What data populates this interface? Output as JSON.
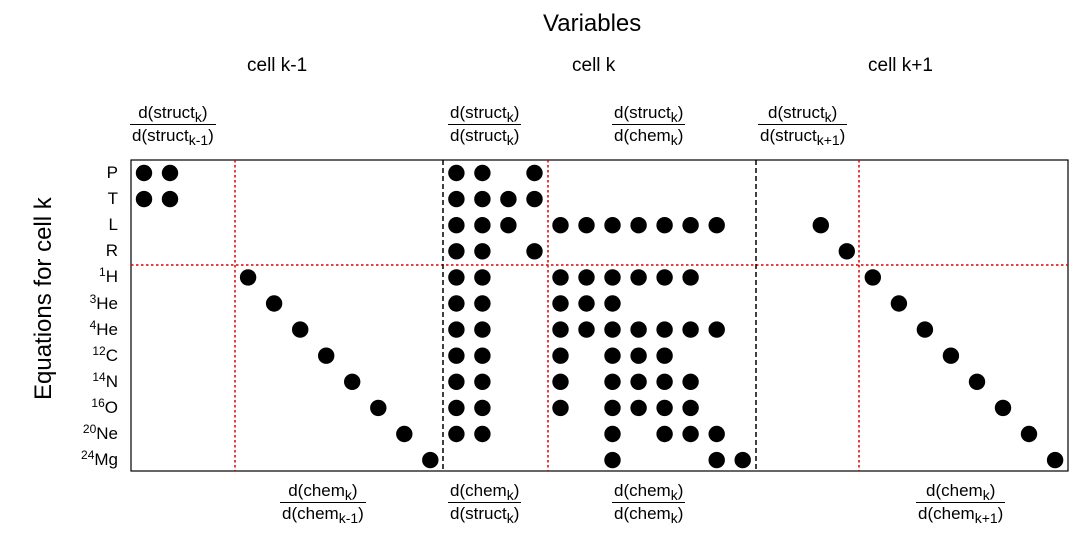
{
  "title": "Variables",
  "y_label": "Equations for cell k",
  "cells": [
    "cell k-1",
    "cell k",
    "cell k+1"
  ],
  "rows": [
    {
      "base": "P",
      "iso": ""
    },
    {
      "base": "T",
      "iso": ""
    },
    {
      "base": "L",
      "iso": ""
    },
    {
      "base": "R",
      "iso": ""
    },
    {
      "base": "H",
      "iso": "1"
    },
    {
      "base": "He",
      "iso": "3"
    },
    {
      "base": "He",
      "iso": "4"
    },
    {
      "base": "C",
      "iso": "12"
    },
    {
      "base": "N",
      "iso": "14"
    },
    {
      "base": "O",
      "iso": "16"
    },
    {
      "base": "Ne",
      "iso": "20"
    },
    {
      "base": "Mg",
      "iso": "24"
    }
  ],
  "top_labels": [
    {
      "num": "struct",
      "num_sub": "k",
      "den": "struct",
      "den_sub": "k-1"
    },
    {
      "num": "struct",
      "num_sub": "k",
      "den": "struct",
      "den_sub": "k"
    },
    {
      "num": "struct",
      "num_sub": "k",
      "den": "chem",
      "den_sub": "k"
    },
    {
      "num": "struct",
      "num_sub": "k",
      "den": "struct",
      "den_sub": "k+1"
    }
  ],
  "bottom_labels": [
    {
      "num": "chem",
      "num_sub": "k",
      "den": "chem",
      "den_sub": "k-1"
    },
    {
      "num": "chem",
      "num_sub": "k",
      "den": "struct",
      "den_sub": "k"
    },
    {
      "num": "chem",
      "num_sub": "k",
      "den": "chem",
      "den_sub": "k"
    },
    {
      "num": "chem",
      "num_sub": "k",
      "den": "chem",
      "den_sub": "k+1"
    }
  ],
  "colors": {
    "dot": "#000000",
    "cell_boundary": "#000000",
    "block_boundary": "#e00000"
  },
  "dots": [
    [
      0,
      0
    ],
    [
      1,
      0
    ],
    [
      12,
      0
    ],
    [
      13,
      0
    ],
    [
      15,
      0
    ],
    [
      0,
      1
    ],
    [
      1,
      1
    ],
    [
      12,
      1
    ],
    [
      13,
      1
    ],
    [
      14,
      1
    ],
    [
      15,
      1
    ],
    [
      12,
      2
    ],
    [
      13,
      2
    ],
    [
      14,
      2
    ],
    [
      16,
      2
    ],
    [
      17,
      2
    ],
    [
      18,
      2
    ],
    [
      19,
      2
    ],
    [
      20,
      2
    ],
    [
      21,
      2
    ],
    [
      22,
      2
    ],
    [
      26,
      2
    ],
    [
      12,
      3
    ],
    [
      13,
      3
    ],
    [
      15,
      3
    ],
    [
      27,
      3
    ],
    [
      4,
      4
    ],
    [
      12,
      4
    ],
    [
      13,
      4
    ],
    [
      16,
      4
    ],
    [
      17,
      4
    ],
    [
      18,
      4
    ],
    [
      19,
      4
    ],
    [
      20,
      4
    ],
    [
      21,
      4
    ],
    [
      28,
      4
    ],
    [
      5,
      5
    ],
    [
      12,
      5
    ],
    [
      13,
      5
    ],
    [
      16,
      5
    ],
    [
      17,
      5
    ],
    [
      18,
      5
    ],
    [
      29,
      5
    ],
    [
      6,
      6
    ],
    [
      12,
      6
    ],
    [
      13,
      6
    ],
    [
      16,
      6
    ],
    [
      17,
      6
    ],
    [
      18,
      6
    ],
    [
      19,
      6
    ],
    [
      20,
      6
    ],
    [
      21,
      6
    ],
    [
      22,
      6
    ],
    [
      30,
      6
    ],
    [
      7,
      7
    ],
    [
      12,
      7
    ],
    [
      13,
      7
    ],
    [
      16,
      7
    ],
    [
      18,
      7
    ],
    [
      19,
      7
    ],
    [
      20,
      7
    ],
    [
      31,
      7
    ],
    [
      8,
      8
    ],
    [
      12,
      8
    ],
    [
      13,
      8
    ],
    [
      16,
      8
    ],
    [
      18,
      8
    ],
    [
      19,
      8
    ],
    [
      20,
      8
    ],
    [
      21,
      8
    ],
    [
      32,
      8
    ],
    [
      9,
      9
    ],
    [
      12,
      9
    ],
    [
      13,
      9
    ],
    [
      16,
      9
    ],
    [
      18,
      9
    ],
    [
      19,
      9
    ],
    [
      20,
      9
    ],
    [
      21,
      9
    ],
    [
      33,
      9
    ],
    [
      10,
      10
    ],
    [
      12,
      10
    ],
    [
      13,
      10
    ],
    [
      18,
      10
    ],
    [
      20,
      10
    ],
    [
      21,
      10
    ],
    [
      22,
      10
    ],
    [
      34,
      10
    ],
    [
      11,
      11
    ],
    [
      18,
      11
    ],
    [
      22,
      11
    ],
    [
      23,
      11
    ],
    [
      35,
      11
    ]
  ]
}
